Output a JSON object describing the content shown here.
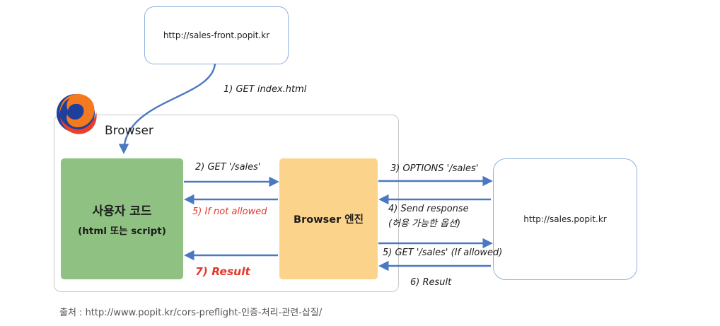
{
  "top_server": {
    "label": "http://sales-front.popit.kr"
  },
  "browser": {
    "label": "Browser"
  },
  "user_code": {
    "line1": "사용자 코드",
    "line2": "(html 또는 script)"
  },
  "engine": {
    "label": "Browser 엔진"
  },
  "right_server": {
    "label": "http://sales.popit.kr"
  },
  "steps": {
    "s1": "1) GET index.html",
    "s2": "2) GET '/sales'",
    "s3": "3) OPTIONS '/sales'",
    "s4_line1": "4) Send response",
    "s4_line2": "(허용 가능한 옵션)",
    "s5_not": "5) If not allowed",
    "s5_get": "5) GET '/sales' (If allowed)",
    "s6": "6) Result",
    "s7": "7) Result"
  },
  "credit": "출처 : http://www.popit.kr/cors-preflight-인증-처리-관련-삽질/",
  "colors": {
    "arrow": "#4a78c2",
    "highlight": "#e23a2c",
    "user_code": "#8fc183",
    "engine": "#fcd38b"
  }
}
